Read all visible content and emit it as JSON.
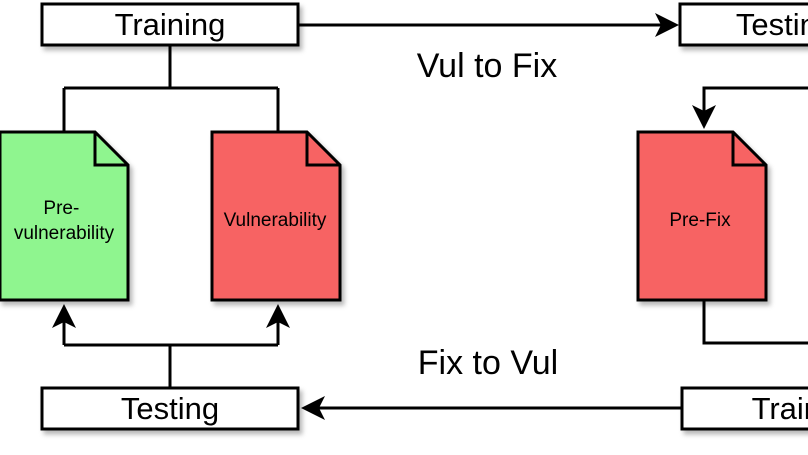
{
  "diagram": {
    "boxes": {
      "training_left": "Training",
      "testing_right": "Testing",
      "testing_left": "Testing",
      "training_right": "Training"
    },
    "documents": {
      "pre_vulnerability": [
        "Pre-",
        "vulnerability"
      ],
      "vulnerability": "Vulnerability",
      "pre_fix": "Pre-Fix"
    },
    "edges": {
      "vul_to_fix": "Vul to Fix",
      "fix_to_vul": "Fix to Vul"
    },
    "colors": {
      "green_doc": "#8ff58f",
      "red_doc": "#f76363",
      "stroke": "#000000",
      "box_fill": "#ffffff"
    }
  }
}
